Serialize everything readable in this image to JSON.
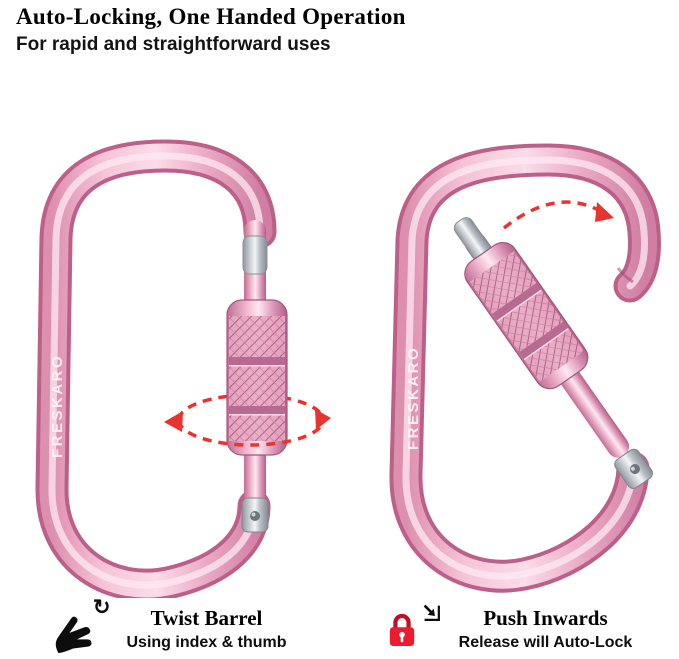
{
  "header": {
    "title": "Auto-Locking, One Handed Operation",
    "subtitle": "For rapid and straightforward uses"
  },
  "brand": "FRESKARO",
  "panels": {
    "left": {
      "title": "Twist Barrel",
      "subtitle": "Using index & thumb",
      "icons": [
        "pinch-hand-icon",
        "rotate-icon"
      ]
    },
    "right": {
      "title": "Push Inwards",
      "subtitle": "Release will Auto-Lock",
      "icons": [
        "lock-icon",
        "push-inward-arrow-icon"
      ]
    }
  },
  "glyphs": {
    "rotate": "↻"
  },
  "colors": {
    "carabiner_pink": "#f5c2d6",
    "carabiner_pink_dark": "#c0688e",
    "accent_red": "#e8332e",
    "lock_red": "#ea1c2d",
    "silver": "#d7dbde",
    "text": "#000000"
  }
}
